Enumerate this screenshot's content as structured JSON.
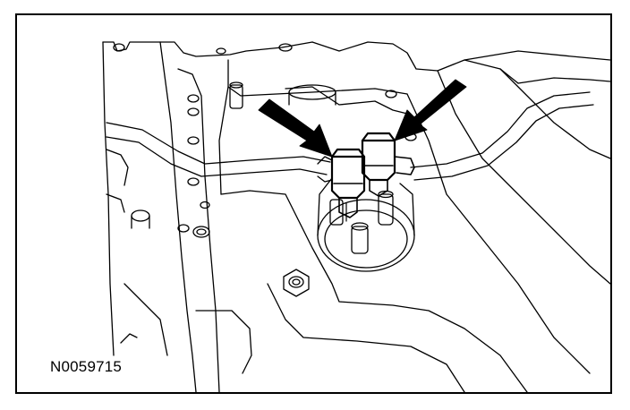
{
  "figure": {
    "id_label": "N0059715"
  },
  "colors": {
    "line": "#000000",
    "background": "#ffffff"
  },
  "callouts": [
    {
      "name": "arrow-left",
      "points_to": "left-connector"
    },
    {
      "name": "arrow-right",
      "points_to": "right-connector"
    }
  ]
}
